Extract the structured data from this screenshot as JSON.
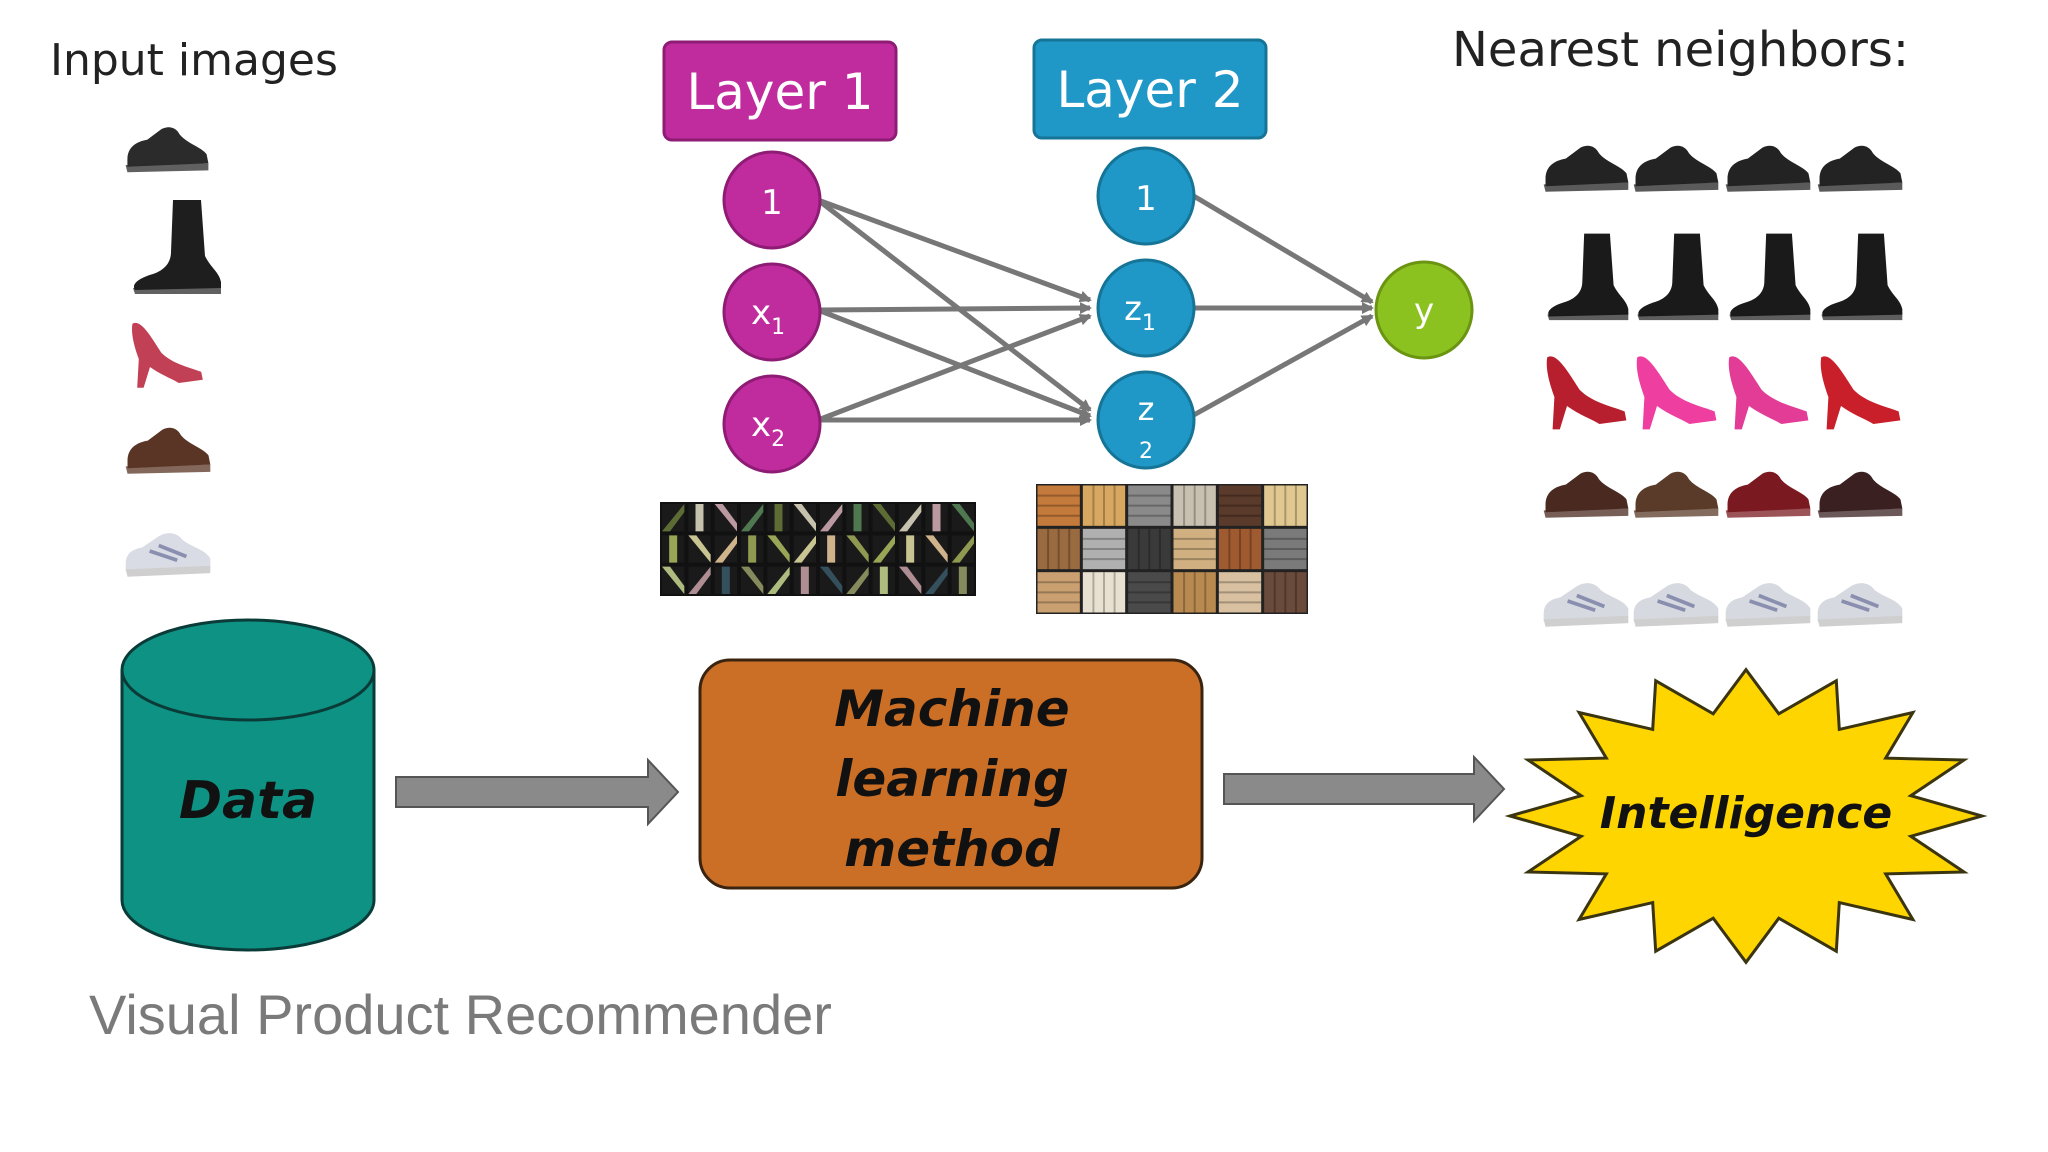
{
  "input_section": {
    "title": "Input images"
  },
  "network": {
    "layer1_label": "Layer 1",
    "layer2_label": "Layer 2",
    "layer1_nodes": [
      "1",
      "x",
      "x"
    ],
    "layer1_subscripts": [
      "",
      "1",
      "2"
    ],
    "layer2_nodes": [
      "1",
      "z",
      "z"
    ],
    "layer2_subscripts": [
      "",
      "1",
      "2"
    ],
    "output_node": "y"
  },
  "neighbors_section": {
    "title": "Nearest neighbors:"
  },
  "pipeline": {
    "data_label": "Data",
    "method_lines": [
      "Machine",
      "learning",
      "method"
    ],
    "result_label": "Intelligence"
  },
  "caption": "Visual Product Recommender",
  "colors": {
    "layer1": "#c02c9e",
    "layer2": "#1f97c7",
    "output": "#8cc21f",
    "cylinder": "#0d9283",
    "method_box": "#cc6f26",
    "starburst": "#ffd500",
    "arrow": "#8a8a8a"
  },
  "shoe_rows": [
    "sneaker-black",
    "boot-black",
    "heel-pink",
    "loafer-brown",
    "running-white"
  ]
}
